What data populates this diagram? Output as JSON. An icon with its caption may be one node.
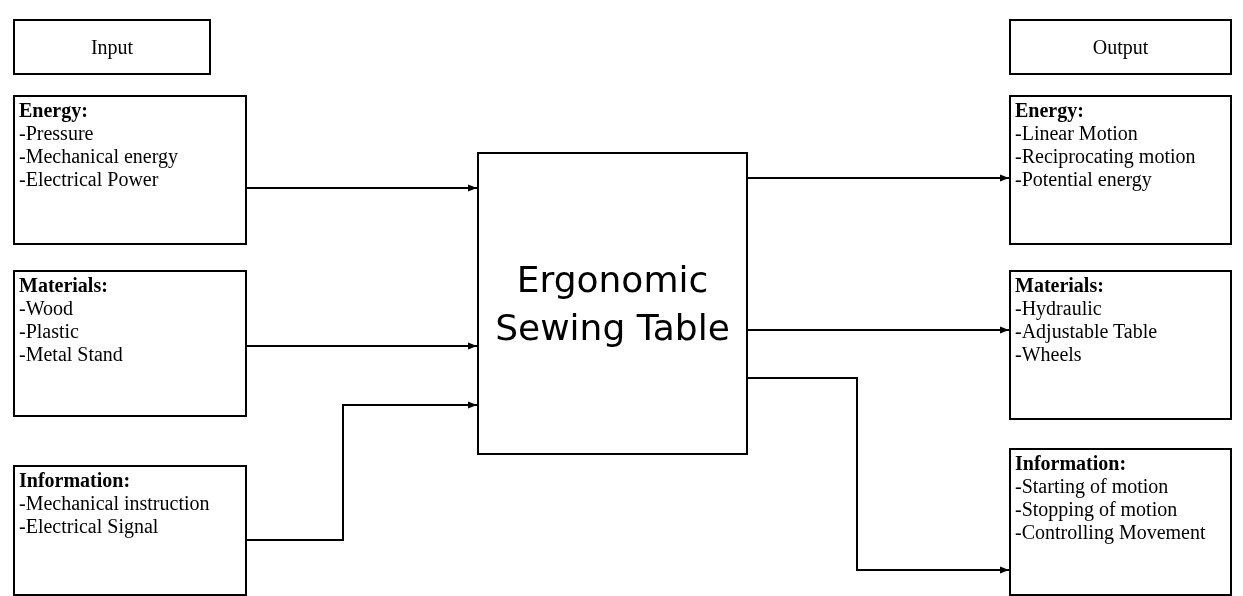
{
  "diagram": {
    "nodes": [
      {
        "text": [
          "Input"
        ]
      },
      {
        "text": [
          "Energy:",
          "-Pressure",
          "-Mechanical energy",
          "-Electrical Power"
        ]
      },
      {
        "text": [
          "Materials:",
          "-Wood",
          "-Plastic",
          "-Metal Stand"
        ]
      },
      {
        "text": [
          "Information:",
          "-Mechanical instruction",
          "-Electrical Signal"
        ]
      },
      {
        "text": [
          "Ergonomic Sewing Table"
        ]
      },
      {
        "text": [
          "Output"
        ]
      },
      {
        "text": [
          "Energy:",
          "-Linear Motion",
          "-Reciprocating motion",
          "-Potential energy"
        ]
      },
      {
        "text": [
          "Materials:",
          "-Hydraulic",
          "-Adjustable Table",
          "-Wheels"
        ]
      },
      {
        "text": [
          "Information:",
          "-Starting of motion",
          "-Stopping of motion",
          "-Controlling Movement"
        ]
      }
    ],
    "edges": [
      {
        "from": 1,
        "to": 4,
        "arrow": "to"
      },
      {
        "from": 2,
        "to": 4,
        "arrow": "to"
      },
      {
        "from": 3,
        "to": 4,
        "arrow": "to"
      },
      {
        "from": 4,
        "to": 6,
        "arrow": "to"
      },
      {
        "from": 4,
        "to": 7,
        "arrow": "to"
      },
      {
        "from": 4,
        "to": 8,
        "arrow": "to"
      }
    ]
  }
}
